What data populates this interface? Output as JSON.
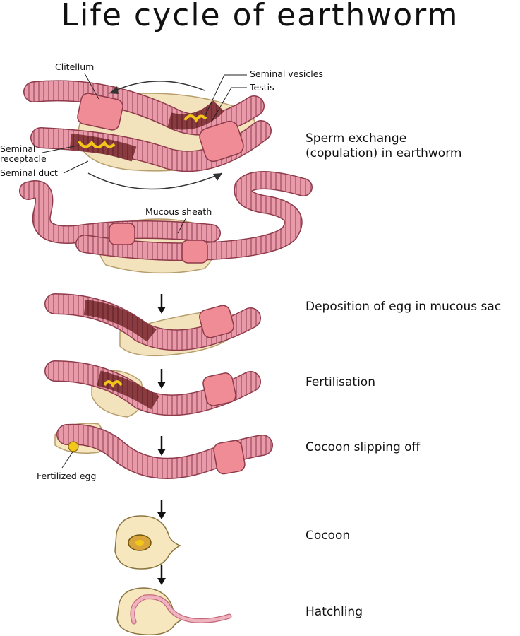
{
  "title": "Life cycle of earthworm",
  "stages": [
    {
      "label_line1": "Sperm exchange",
      "label_line2": "(copulation) in earthworm"
    },
    {
      "label": "Deposition of egg in mucous sac"
    },
    {
      "label": "Fertilisation"
    },
    {
      "label": "Cocoon slipping off"
    },
    {
      "label": "Cocoon"
    },
    {
      "label": "Hatchling"
    }
  ],
  "parts": {
    "clitellum": "Clitellum",
    "seminal_vesicles": "Seminal vesicles",
    "testis": "Testis",
    "seminal_receptacle_line1": "Seminal",
    "seminal_receptacle_line2": "receptacle",
    "seminal_duct": "Seminal duct",
    "mucous_sheath": "Mucous sheath",
    "fertilized_egg": "Fertilized egg"
  },
  "colors": {
    "worm_body": "#e89aa9",
    "worm_outline": "#8e3a4a",
    "clitellum": "#f08c96",
    "internal": "#8a3b40",
    "gonads": "#f2c71a",
    "mucus": "#f3e3bd",
    "cocoon": "#f6e7bf"
  }
}
